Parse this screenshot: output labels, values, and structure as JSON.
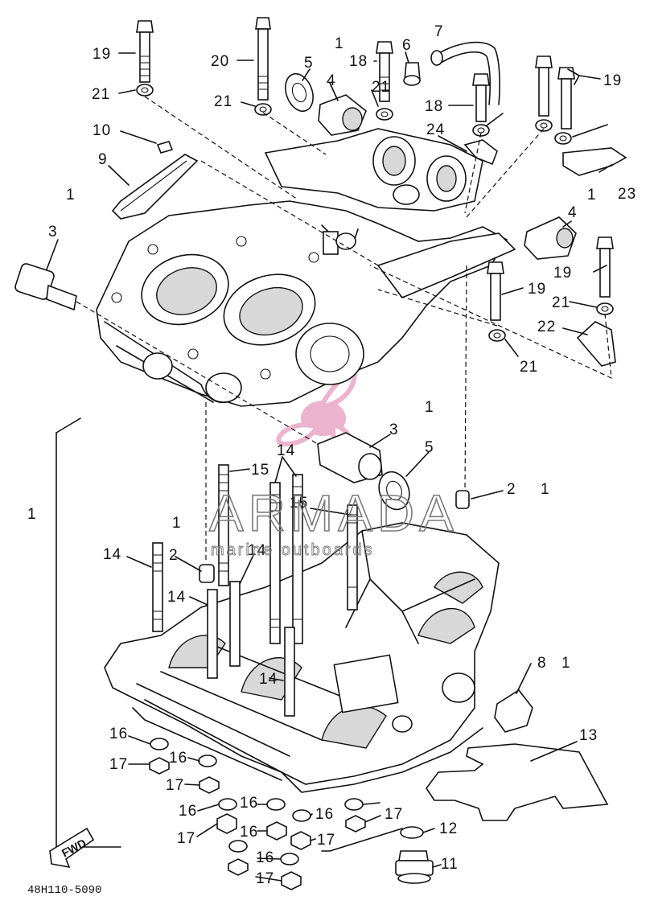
{
  "diagram": {
    "part_code": "48H110-5090",
    "fwd_marker": "FWD",
    "watermark": {
      "brand": "ARMADA",
      "tagline": "marine outboards",
      "logo_color": "#e9a6c6"
    },
    "callouts": [
      "19",
      "20",
      "18",
      "6",
      "7",
      "1",
      "5",
      "4",
      "21",
      "18",
      "19",
      "21",
      "10",
      "9",
      "24",
      "21",
      "23",
      "1",
      "3",
      "1",
      "4",
      "19",
      "19",
      "21",
      "22",
      "21",
      "1",
      "3",
      "5",
      "14",
      "15",
      "1",
      "2",
      "1",
      "15",
      "1",
      "2",
      "14",
      "14",
      "14",
      "14",
      "8",
      "1",
      "16",
      "13",
      "17",
      "16",
      "17",
      "16",
      "16",
      "16",
      "17",
      "12",
      "17",
      "16",
      "17",
      "11",
      "17",
      "16",
      "17",
      "1"
    ]
  }
}
